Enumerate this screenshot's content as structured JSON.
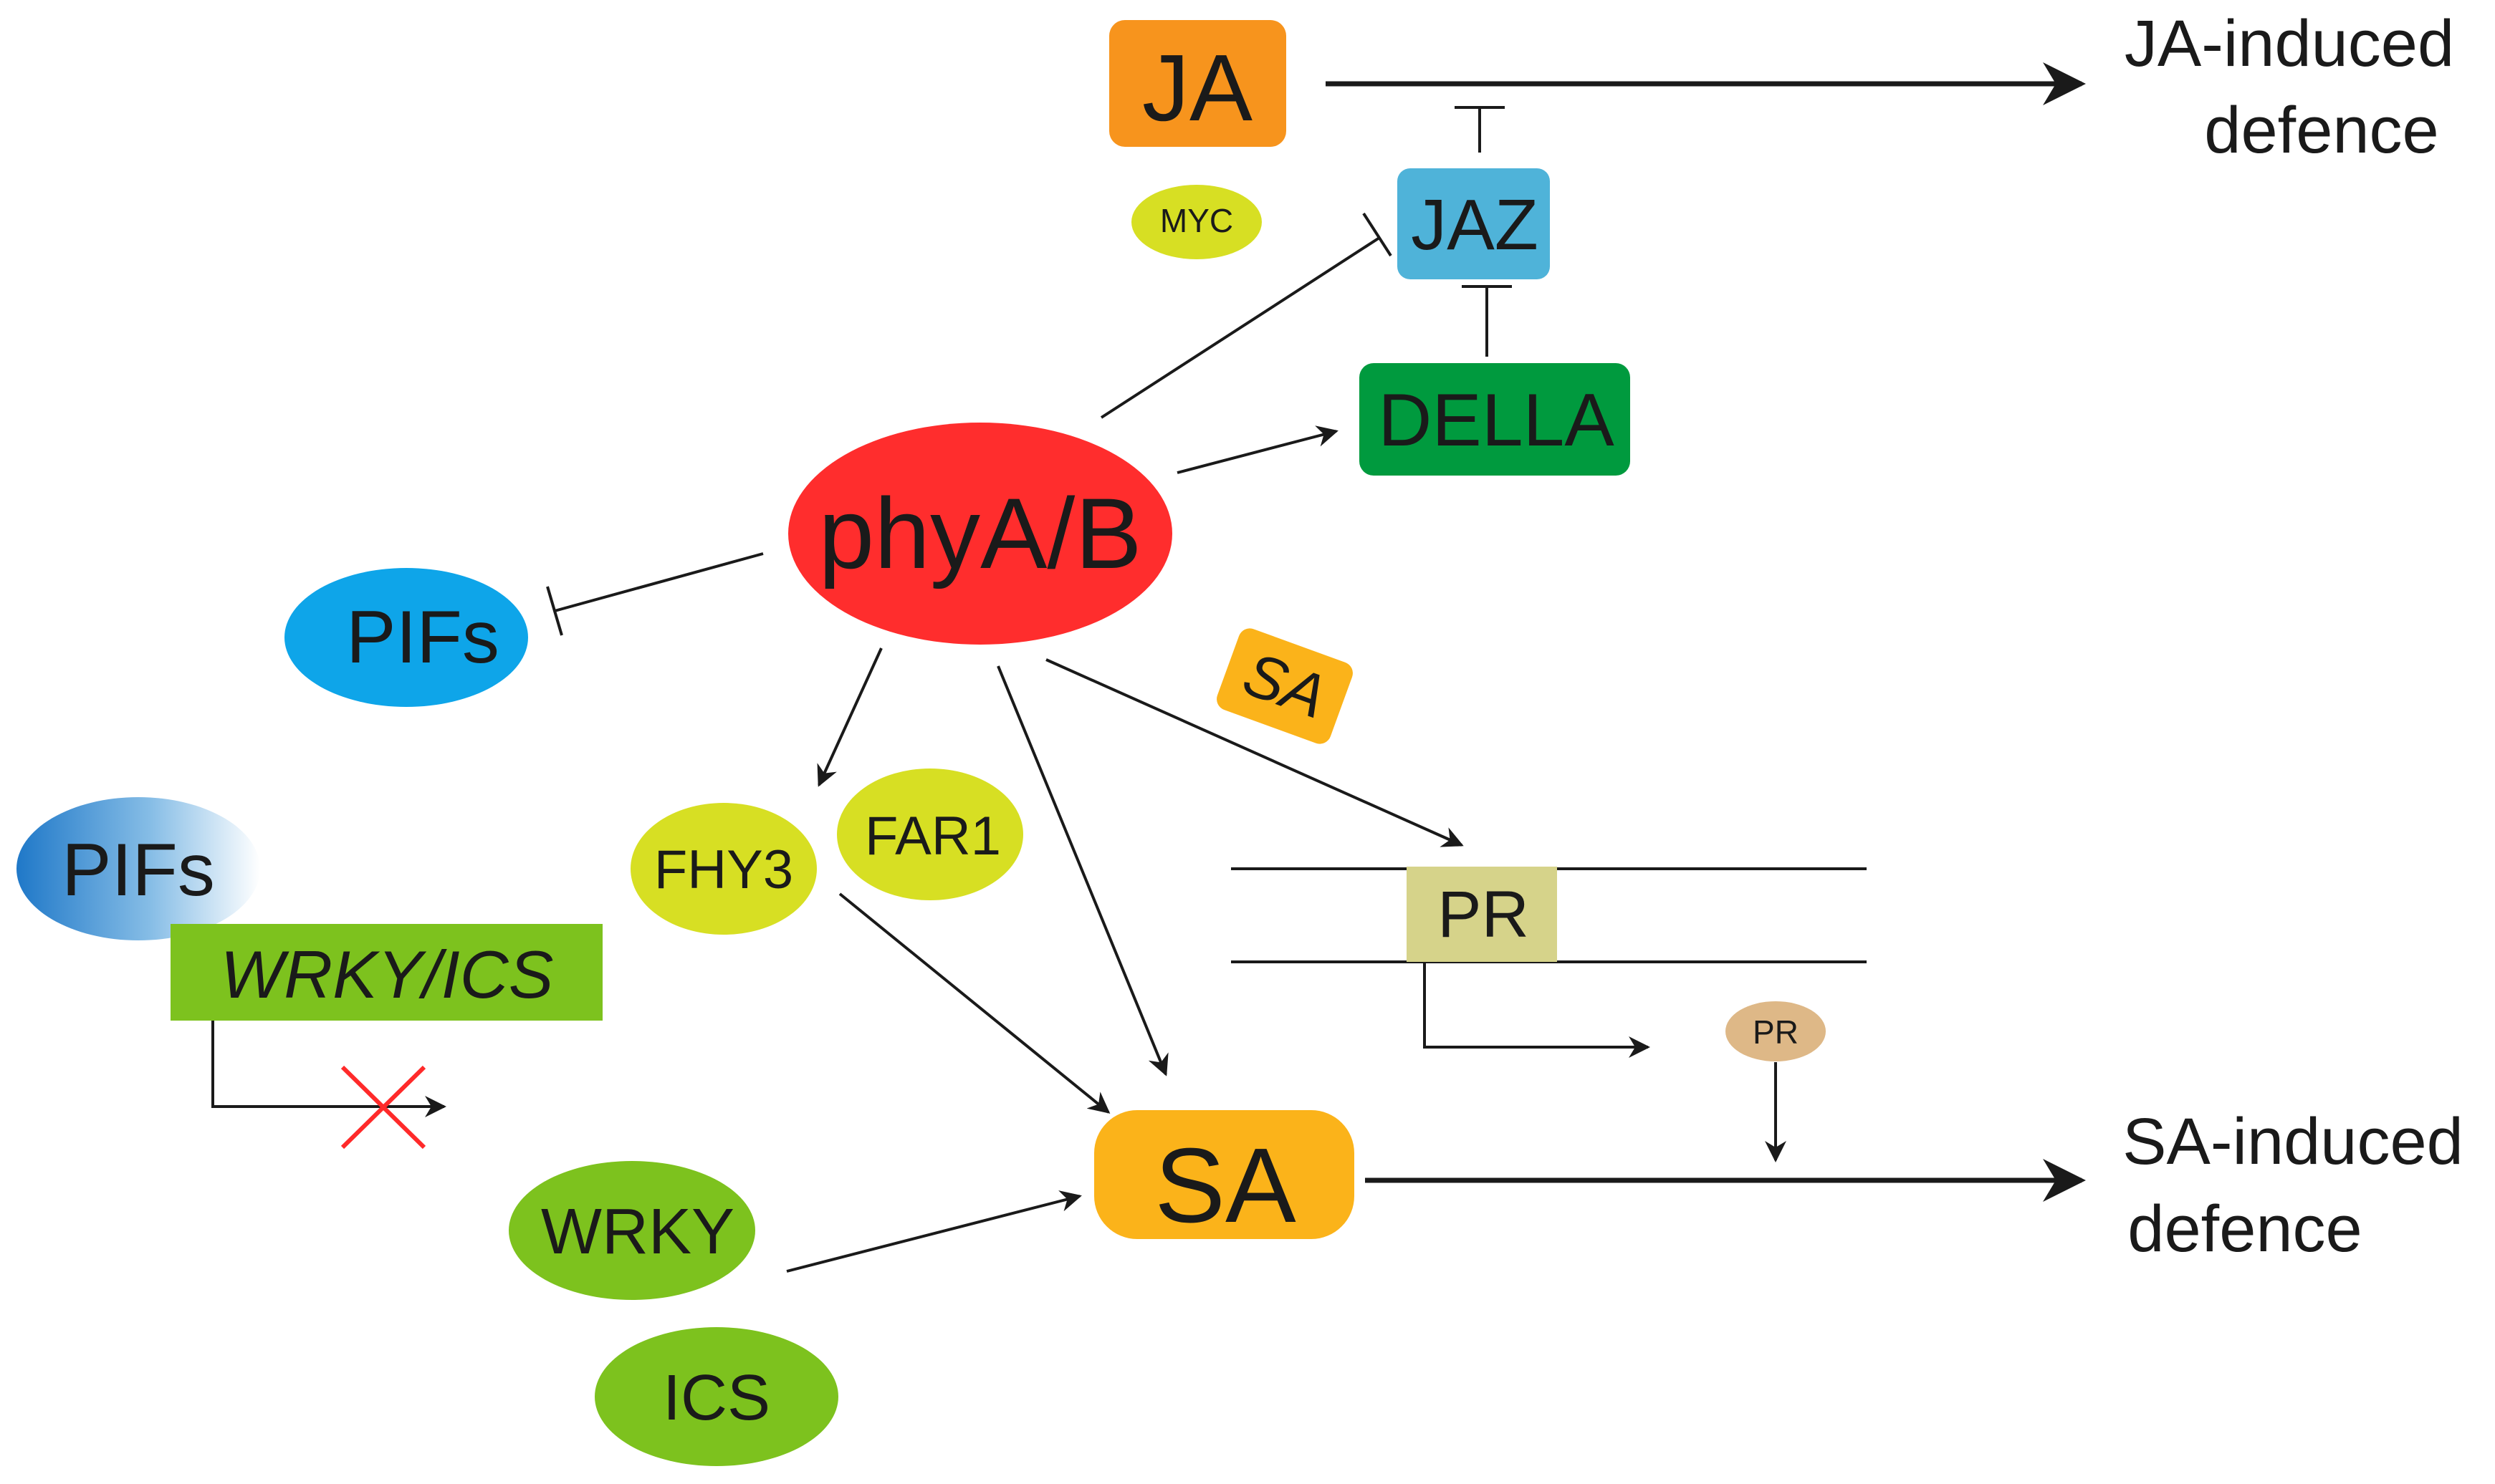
{
  "labels": {
    "ja": "JA",
    "myc": "MYC",
    "jaz": "JAZ",
    "della": "DELLA",
    "phy": "phyA/B",
    "pifs": "PIFs",
    "sa_small": "SA",
    "fhy3": "FHY3",
    "far1": "FAR1",
    "pifs2": "PIFs",
    "wrky_ics": "WRKY/ICS",
    "pr_box": "PR",
    "pr_small": "PR",
    "sa": "SA",
    "wrky": "WRKY",
    "ics": "ICS",
    "ja_out_1": "JA-induced",
    "ja_out_2": "defence",
    "sa_out_1": "SA-induced",
    "sa_out_2": "defence"
  },
  "colors": {
    "ja": "#f7941d",
    "myc": "#d7df23",
    "jaz": "#4fb3d9",
    "della": "#009a3e",
    "phy": "#ff2d2d",
    "pifs": "#0ea5e9",
    "sa_small": "#fbb31a",
    "fhy3": "#d7df23",
    "far1": "#d7df23",
    "wrky_ics_box": "#7dc21e",
    "pr_box": "#d6d38a",
    "pr_small": "#deb887",
    "sa": "#fbb31a",
    "wrky": "#7dc21e",
    "ics": "#7dc21e",
    "cross": "#ff2a2a"
  }
}
